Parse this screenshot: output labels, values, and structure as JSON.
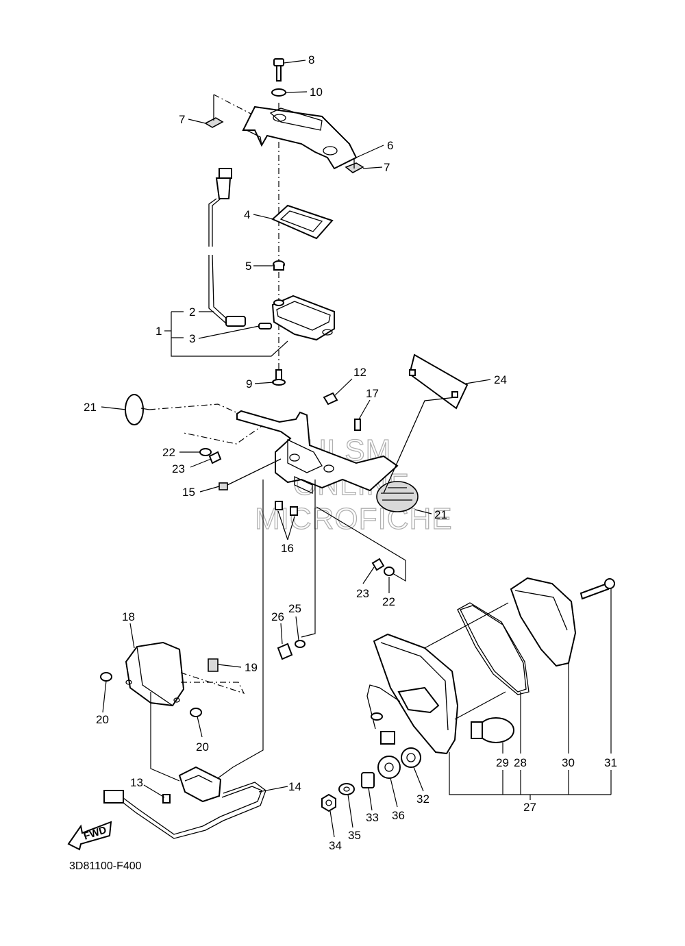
{
  "diagram": {
    "code": "3D81100-F400",
    "fwd_label": "FWD",
    "watermark": [
      "HLSM",
      "ONLINE",
      "MICROFICHE"
    ],
    "callouts": [
      {
        "id": "c8",
        "text": "8"
      },
      {
        "id": "c10",
        "text": "10"
      },
      {
        "id": "c7a",
        "text": "7"
      },
      {
        "id": "c6",
        "text": "6"
      },
      {
        "id": "c7b",
        "text": "7"
      },
      {
        "id": "c4",
        "text": "4"
      },
      {
        "id": "c5",
        "text": "5"
      },
      {
        "id": "c2",
        "text": "2"
      },
      {
        "id": "c1",
        "text": "1"
      },
      {
        "id": "c3",
        "text": "3"
      },
      {
        "id": "c9",
        "text": "9"
      },
      {
        "id": "c12",
        "text": "12"
      },
      {
        "id": "c24",
        "text": "24"
      },
      {
        "id": "c17",
        "text": "17"
      },
      {
        "id": "c21a",
        "text": "21"
      },
      {
        "id": "c22a",
        "text": "22"
      },
      {
        "id": "c23a",
        "text": "23"
      },
      {
        "id": "c15",
        "text": "15"
      },
      {
        "id": "c21b",
        "text": "21"
      },
      {
        "id": "c16",
        "text": "16"
      },
      {
        "id": "c23b",
        "text": "23"
      },
      {
        "id": "c22b",
        "text": "22"
      },
      {
        "id": "c18",
        "text": "18"
      },
      {
        "id": "c26",
        "text": "26"
      },
      {
        "id": "c25",
        "text": "25"
      },
      {
        "id": "c19",
        "text": "19"
      },
      {
        "id": "c20a",
        "text": "20"
      },
      {
        "id": "c20b",
        "text": "20"
      },
      {
        "id": "c13",
        "text": "13"
      },
      {
        "id": "c14",
        "text": "14"
      },
      {
        "id": "c29",
        "text": "29"
      },
      {
        "id": "c28",
        "text": "28"
      },
      {
        "id": "c30",
        "text": "30"
      },
      {
        "id": "c31",
        "text": "31"
      },
      {
        "id": "c32",
        "text": "32"
      },
      {
        "id": "c36",
        "text": "36"
      },
      {
        "id": "c33",
        "text": "33"
      },
      {
        "id": "c35",
        "text": "35"
      },
      {
        "id": "c34",
        "text": "34"
      },
      {
        "id": "c27",
        "text": "27"
      }
    ]
  }
}
